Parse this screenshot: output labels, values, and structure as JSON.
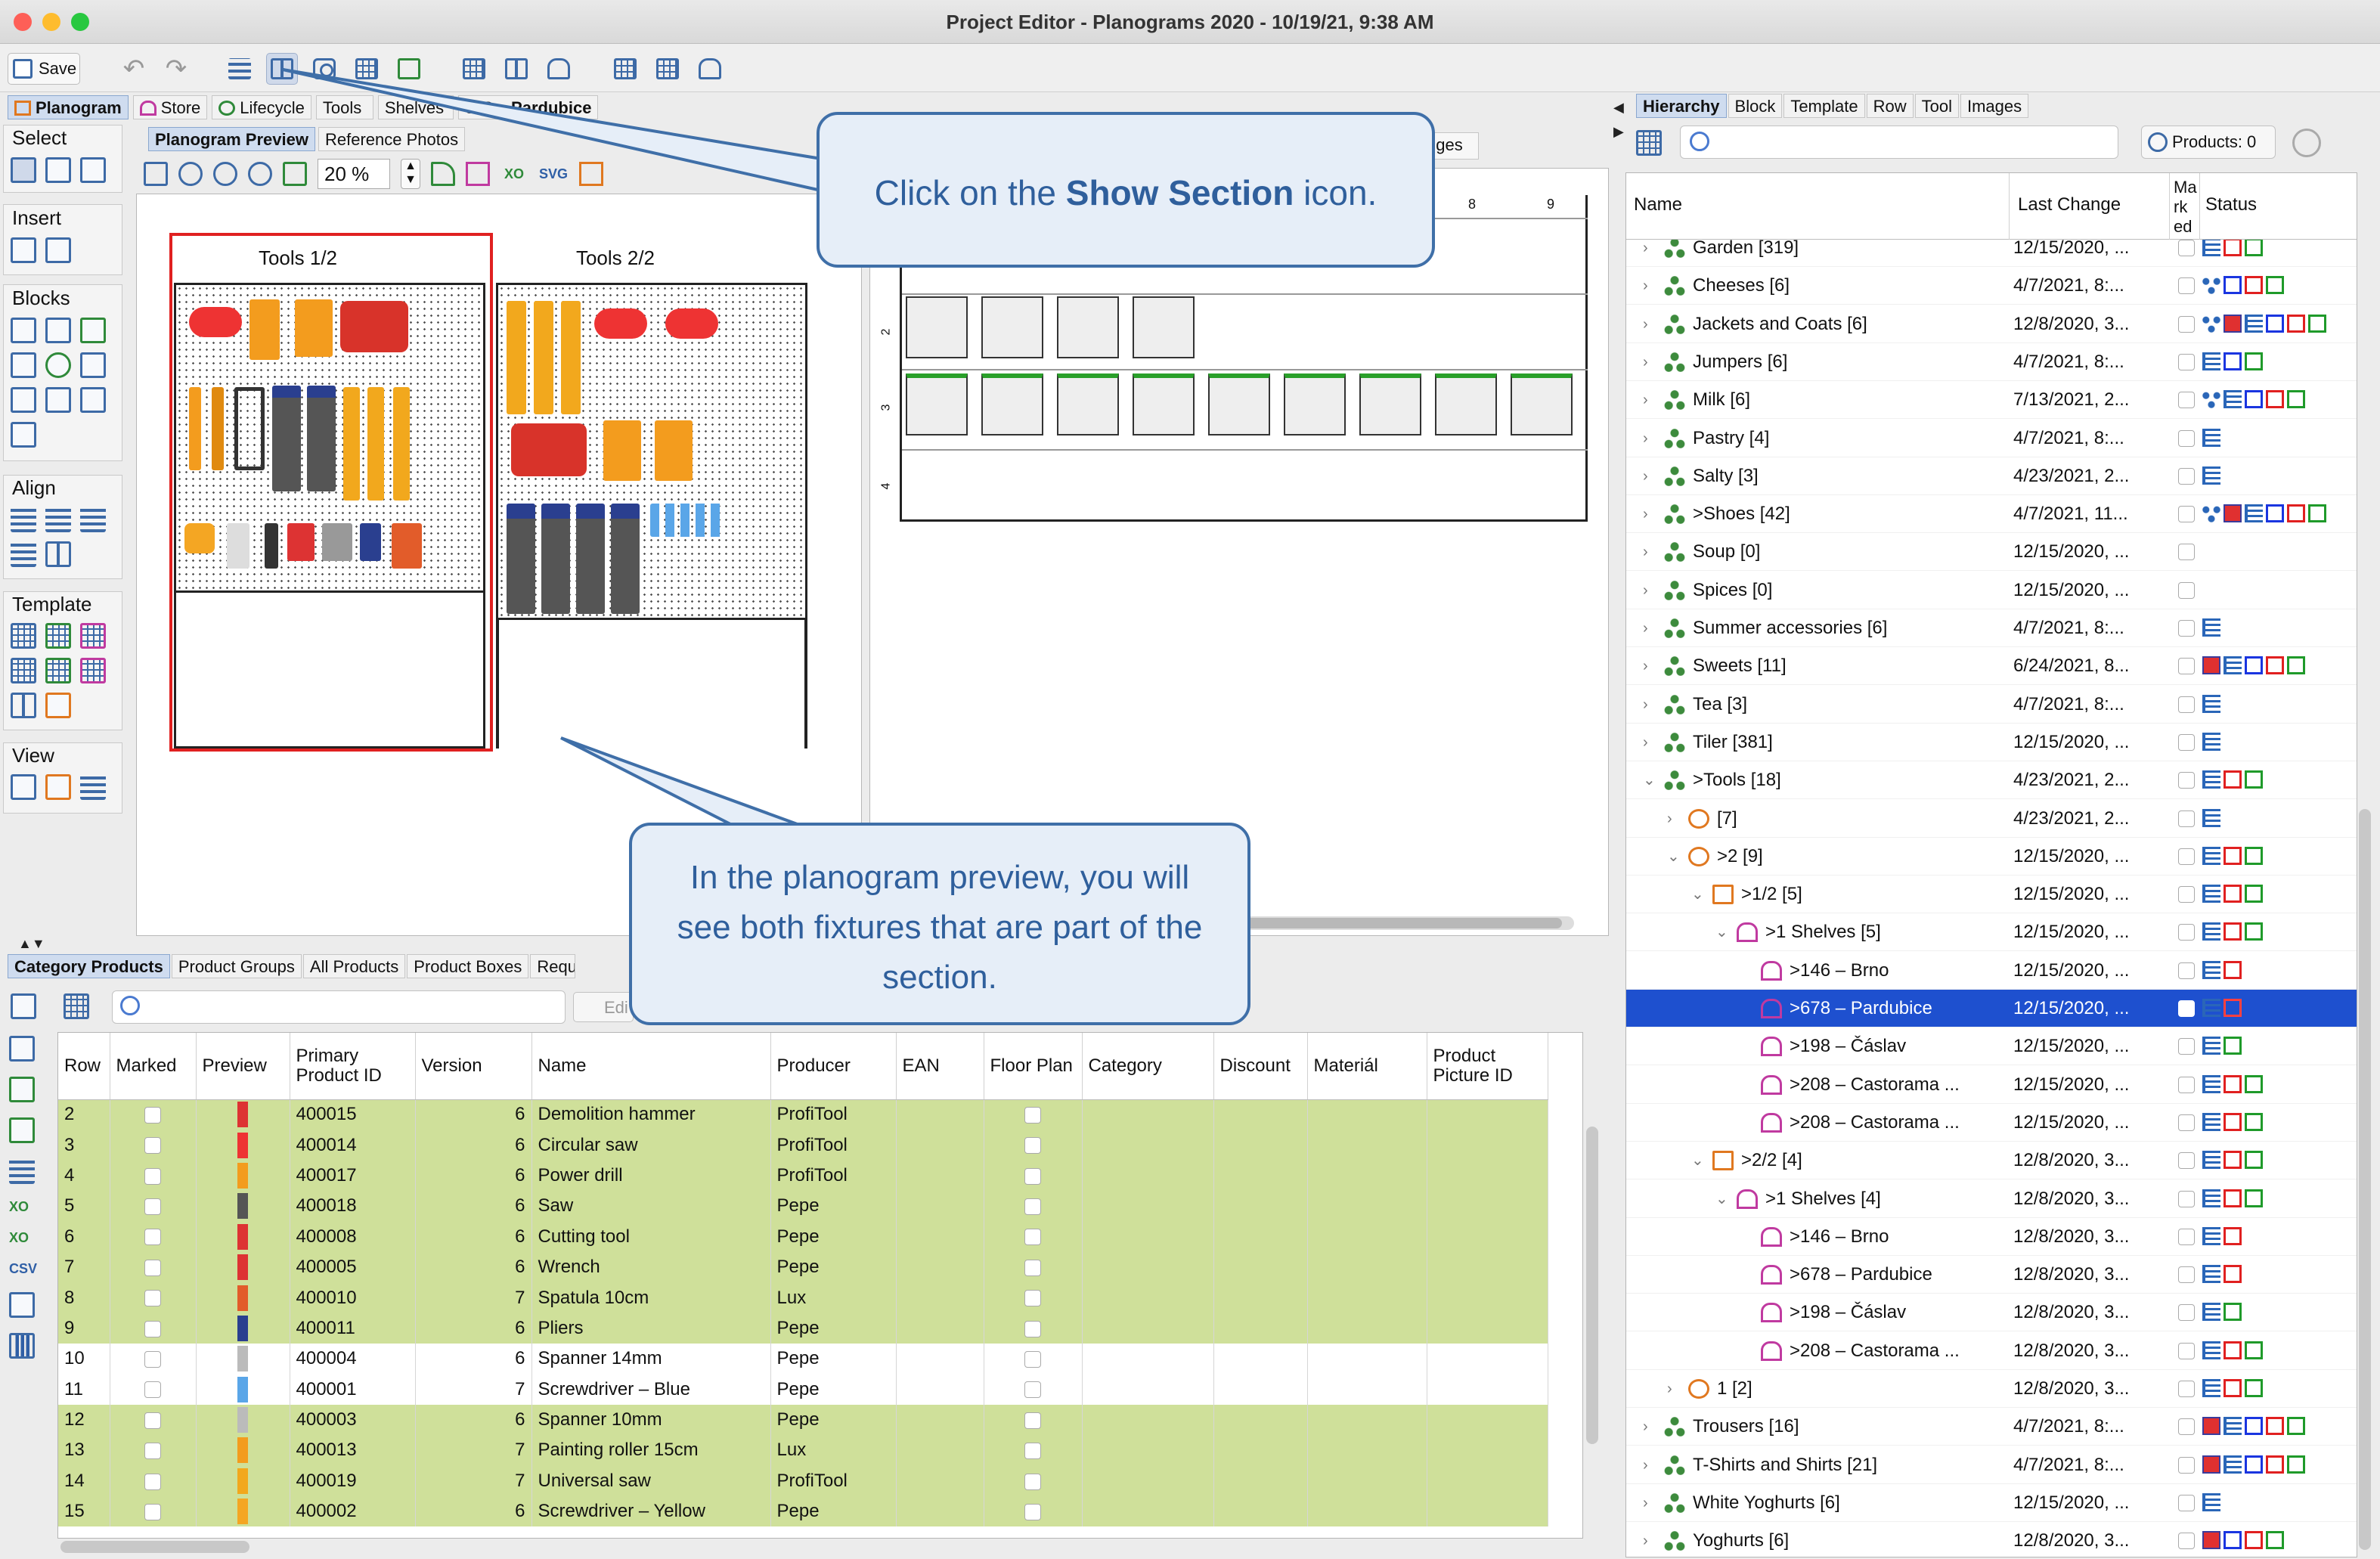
{
  "window": {
    "title": "Project Editor - Planograms 2020 - 10/19/21, 9:38 AM"
  },
  "toolbar": {
    "save_label": "Save"
  },
  "main_tabs": [
    "Planogram",
    "Store",
    "Lifecycle",
    "Tools",
    "Shelves",
    "678 – Pardubice"
  ],
  "preview_tabs": [
    "Planogram Preview",
    "Reference Photos"
  ],
  "zoom": "20 %",
  "palette": {
    "select": "Select",
    "insert": "Insert",
    "blocks": "Blocks",
    "align": "Align",
    "template": "Template",
    "view": "View"
  },
  "fixtures": [
    "Tools 1/2",
    "Tools 2/2"
  ],
  "right_preview": {
    "col_numbers": [
      "8",
      "9"
    ],
    "row_numbers": [
      "2",
      "3",
      "4"
    ],
    "tab_fragment": "nges"
  },
  "callouts": {
    "top": {
      "pre": "Click on the ",
      "bold": "Show Section",
      "post": " icon."
    },
    "bottom": "In the planogram preview, you will see both fixtures that are part of the section."
  },
  "bottom_tabs": [
    "Category Products",
    "Product Groups",
    "All Products",
    "Product Boxes",
    "Requ"
  ],
  "edit_fragment": "Edi",
  "table": {
    "headers": [
      "Row",
      "Marked",
      "Preview",
      "Primary Product ID",
      "Version",
      "Name",
      "Producer",
      "EAN",
      "Floor Plan",
      "Category",
      "Discount",
      "Materiál",
      "Product Picture ID"
    ],
    "rows": [
      {
        "row": "2",
        "id": "400015",
        "version": "6",
        "name": "Demolition hammer",
        "producer": "ProfiTool",
        "hl": true
      },
      {
        "row": "3",
        "id": "400014",
        "version": "6",
        "name": "Circular saw",
        "producer": "ProfiTool",
        "hl": true
      },
      {
        "row": "4",
        "id": "400017",
        "version": "6",
        "name": "Power drill",
        "producer": "ProfiTool",
        "hl": true
      },
      {
        "row": "5",
        "id": "400018",
        "version": "6",
        "name": "Saw",
        "producer": "Pepe",
        "hl": true
      },
      {
        "row": "6",
        "id": "400008",
        "version": "6",
        "name": "Cutting tool",
        "producer": "Pepe",
        "hl": true
      },
      {
        "row": "7",
        "id": "400005",
        "version": "6",
        "name": "Wrench",
        "producer": "Pepe",
        "hl": true
      },
      {
        "row": "8",
        "id": "400010",
        "version": "7",
        "name": "Spatula 10cm",
        "producer": "Lux",
        "hl": true
      },
      {
        "row": "9",
        "id": "400011",
        "version": "6",
        "name": "Pliers",
        "producer": "Pepe",
        "hl": true
      },
      {
        "row": "10",
        "id": "400004",
        "version": "6",
        "name": "Spanner 14mm",
        "producer": "Pepe",
        "hl": false
      },
      {
        "row": "11",
        "id": "400001",
        "version": "7",
        "name": "Screwdriver – Blue",
        "producer": "Pepe",
        "hl": false
      },
      {
        "row": "12",
        "id": "400003",
        "version": "6",
        "name": "Spanner 10mm",
        "producer": "Pepe",
        "hl": true
      },
      {
        "row": "13",
        "id": "400013",
        "version": "7",
        "name": "Painting roller 15cm",
        "producer": "Lux",
        "hl": true
      },
      {
        "row": "14",
        "id": "400019",
        "version": "7",
        "name": "Universal saw",
        "producer": "ProfiTool",
        "hl": true
      },
      {
        "row": "15",
        "id": "400002",
        "version": "6",
        "name": "Screwdriver – Yellow",
        "producer": "Pepe",
        "hl": true
      }
    ]
  },
  "right_tabs": [
    "Hierarchy",
    "Block",
    "Template",
    "Row",
    "Tool",
    "Images"
  ],
  "products_button": "Products: 0",
  "tree": {
    "headers": {
      "name": "Name",
      "last_change": "Last Change",
      "marked": "Ma rk ed",
      "status": "Status"
    },
    "rows": [
      {
        "label": "Garden [319]",
        "date": "12/15/2020, ...",
        "level": 0,
        "icon": "grp",
        "arrow": "›",
        "status": "hrg"
      },
      {
        "label": "Cheeses [6]",
        "date": "4/7/2021, 8:...",
        "level": 0,
        "icon": "grp",
        "arrow": "›",
        "status": "nbrg"
      },
      {
        "label": "Jackets and Coats [6]",
        "date": "12/8/2020, 3...",
        "level": 0,
        "icon": "grp",
        "arrow": "›",
        "status": "nxhbrg"
      },
      {
        "label": "Jumpers [6]",
        "date": "4/7/2021, 8:...",
        "level": 0,
        "icon": "grp",
        "arrow": "›",
        "status": "hbg"
      },
      {
        "label": "Milk [6]",
        "date": "7/13/2021, 2...",
        "level": 0,
        "icon": "grp",
        "arrow": "›",
        "status": "nhbrg"
      },
      {
        "label": "Pastry [4]",
        "date": "4/7/2021, 8:...",
        "level": 0,
        "icon": "grp",
        "arrow": "›",
        "status": "h"
      },
      {
        "label": "Salty [3]",
        "date": "4/23/2021, 2...",
        "level": 0,
        "icon": "grp",
        "arrow": "›",
        "status": "h"
      },
      {
        "label": ">Shoes [42]",
        "date": "4/7/2021, 11...",
        "level": 0,
        "icon": "grp",
        "arrow": "›",
        "status": "nxhbrg"
      },
      {
        "label": "Soup [0]",
        "date": "12/15/2020, ...",
        "level": 0,
        "icon": "grp",
        "arrow": "›",
        "status": ""
      },
      {
        "label": "Spices [0]",
        "date": "12/15/2020, ...",
        "level": 0,
        "icon": "grp",
        "arrow": "›",
        "status": ""
      },
      {
        "label": "Summer accessories [6]",
        "date": "4/7/2021, 8:...",
        "level": 0,
        "icon": "grp",
        "arrow": "›",
        "status": "h"
      },
      {
        "label": "Sweets [11]",
        "date": "6/24/2021, 8...",
        "level": 0,
        "icon": "grp",
        "arrow": "›",
        "status": "xhbrg"
      },
      {
        "label": "Tea [3]",
        "date": "4/7/2021, 8:...",
        "level": 0,
        "icon": "grp",
        "arrow": "›",
        "status": "h"
      },
      {
        "label": "Tiler [381]",
        "date": "12/15/2020, ...",
        "level": 0,
        "icon": "grp",
        "arrow": "›",
        "status": "h"
      },
      {
        "label": ">Tools [18]",
        "date": "4/23/2021, 2...",
        "level": 0,
        "icon": "grp",
        "arrow": "⌄",
        "status": "hrg"
      },
      {
        "label": "[7]",
        "date": "4/23/2021, 2...",
        "level": 1,
        "icon": "sec",
        "arrow": "›",
        "status": "h"
      },
      {
        "label": ">2 [9]",
        "date": "12/15/2020, ...",
        "level": 1,
        "icon": "sec",
        "arrow": "⌄",
        "status": "hrg"
      },
      {
        "label": ">1/2 [5]",
        "date": "12/15/2020, ...",
        "level": 2,
        "icon": "fix",
        "arrow": "⌄",
        "status": "hrg"
      },
      {
        "label": ">1 Shelves [5]",
        "date": "12/15/2020, ...",
        "level": 3,
        "icon": "shl",
        "arrow": "⌄",
        "status": "hrg"
      },
      {
        "label": ">146 – Brno",
        "date": "12/15/2020, ...",
        "level": 4,
        "icon": "shl",
        "arrow": "",
        "status": "hr"
      },
      {
        "label": ">678 – Pardubice",
        "date": "12/15/2020, ...",
        "level": 4,
        "icon": "shl",
        "arrow": "",
        "status": "hr",
        "selected": true
      },
      {
        "label": ">198 – Čáslav",
        "date": "12/15/2020, ...",
        "level": 4,
        "icon": "shl",
        "arrow": "",
        "status": "hg"
      },
      {
        "label": ">208 – Castorama ...",
        "date": "12/15/2020, ...",
        "level": 4,
        "icon": "shl",
        "arrow": "",
        "status": "hrg"
      },
      {
        "label": ">208 – Castorama ...",
        "date": "12/15/2020, ...",
        "level": 4,
        "icon": "shl",
        "arrow": "",
        "status": "hrg"
      },
      {
        "label": ">2/2 [4]",
        "date": "12/8/2020, 3...",
        "level": 2,
        "icon": "fix",
        "arrow": "⌄",
        "status": "hrg"
      },
      {
        "label": ">1 Shelves [4]",
        "date": "12/8/2020, 3...",
        "level": 3,
        "icon": "shl",
        "arrow": "⌄",
        "status": "hrg"
      },
      {
        "label": ">146 – Brno",
        "date": "12/8/2020, 3...",
        "level": 4,
        "icon": "shl",
        "arrow": "",
        "status": "hr"
      },
      {
        "label": ">678 – Pardubice",
        "date": "12/8/2020, 3...",
        "level": 4,
        "icon": "shl",
        "arrow": "",
        "status": "hr"
      },
      {
        "label": ">198 – Čáslav",
        "date": "12/8/2020, 3...",
        "level": 4,
        "icon": "shl",
        "arrow": "",
        "status": "hg"
      },
      {
        "label": ">208 – Castorama ...",
        "date": "12/8/2020, 3...",
        "level": 4,
        "icon": "shl",
        "arrow": "",
        "status": "hrg"
      },
      {
        "label": "1 [2]",
        "date": "12/8/2020, 3...",
        "level": 1,
        "icon": "sec",
        "arrow": "›",
        "status": "hrg"
      },
      {
        "label": "Trousers [16]",
        "date": "4/7/2021, 8:...",
        "level": 0,
        "icon": "grp",
        "arrow": "›",
        "status": "xhbrg"
      },
      {
        "label": "T-Shirts and Shirts [21]",
        "date": "4/7/2021, 8:...",
        "level": 0,
        "icon": "grp",
        "arrow": "›",
        "status": "xhbrg"
      },
      {
        "label": "White Yoghurts [6]",
        "date": "12/15/2020, ...",
        "level": 0,
        "icon": "grp",
        "arrow": "›",
        "status": "h"
      },
      {
        "label": "Yoghurts [6]",
        "date": "12/8/2020, 3...",
        "level": 0,
        "icon": "grp",
        "arrow": "›",
        "status": "xbrg"
      }
    ]
  },
  "colors": {
    "accent": "#3d6aa6",
    "selection": "#1e50cf",
    "highlight_row": "#cfe09a",
    "callout_border": "#3f6fa8",
    "section_border": "#e02020"
  }
}
